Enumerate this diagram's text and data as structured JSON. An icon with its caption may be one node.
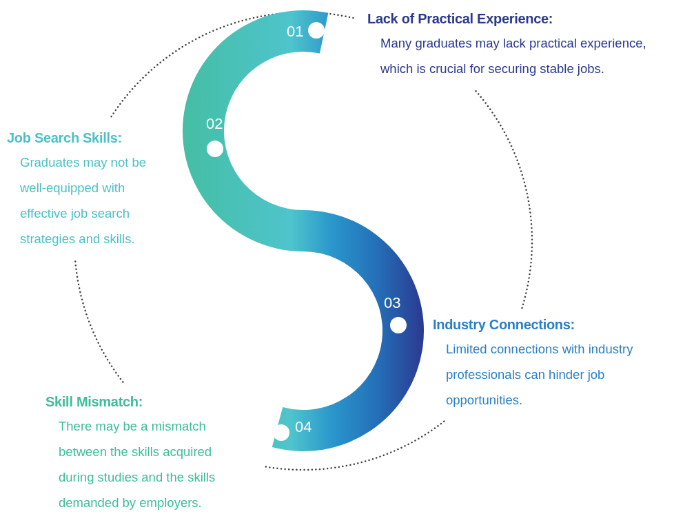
{
  "diagram": {
    "nodes": [
      {
        "text": [
          "Lack of Practical Experience:",
          "Many graduates may lack practical experience, which is crucial for securing stable jobs."
        ]
      },
      {
        "text": [
          "Job Search Skills:",
          "Graduates may not be well-equipped with effective job search strategies and skills."
        ]
      },
      {
        "text": [
          "Industry Connections:",
          "Limited connections with industry professionals can hinder job opportunities."
        ]
      },
      {
        "text": [
          "Skill Mismatch:",
          "There may be a mismatch between the skills acquired during studies and the skills demanded by employers."
        ]
      }
    ],
    "labels": [
      "01",
      "02",
      "03",
      "04"
    ]
  }
}
